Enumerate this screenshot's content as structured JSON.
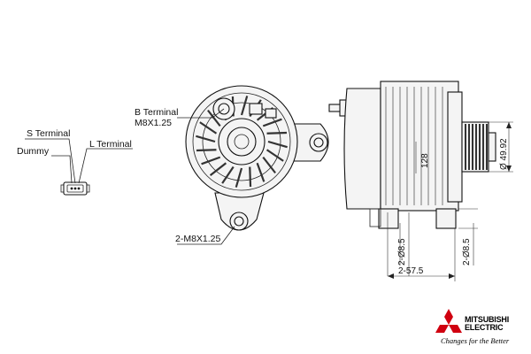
{
  "connector": {
    "s_terminal": "S Terminal",
    "dummy": "Dummy",
    "l_terminal": "L Terminal"
  },
  "front_view": {
    "b_terminal_line1": "B Terminal",
    "b_terminal_line2": "M8X1.25",
    "mount_label": "2-M8X1.25"
  },
  "side_view": {
    "diameter": "Ø 49.92",
    "height_128": "128",
    "dim_left_8_5": "2-Ø8.5",
    "dim_right_8_5": "2-Ø8.5",
    "width_57_5": "2-57.5"
  },
  "logo": {
    "line1": "MITSUBISHI",
    "line2": "ELECTRIC",
    "tagline": "Changes for the Better"
  }
}
